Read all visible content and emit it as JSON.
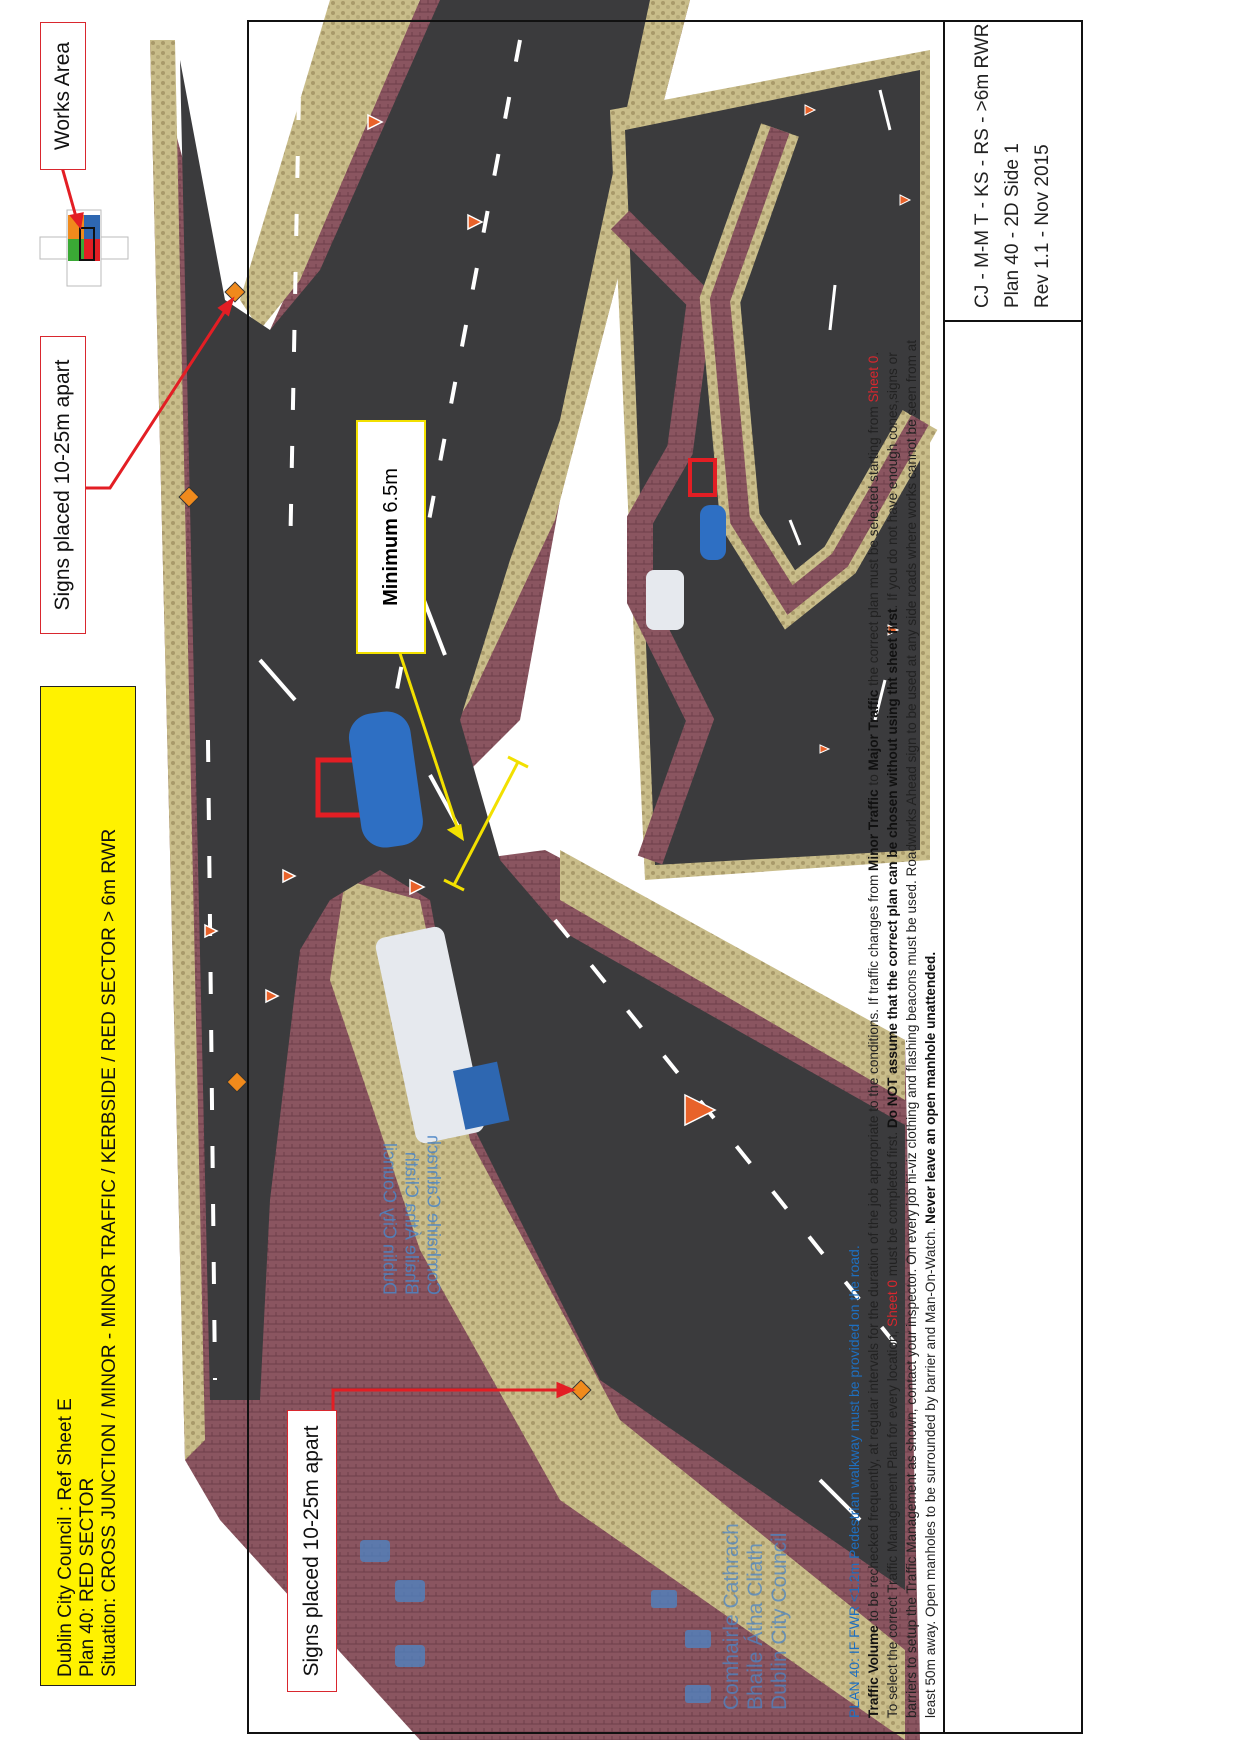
{
  "header": {
    "line1": "Dublin City Council : Ref Sheet E",
    "line2": "Plan 40: RED SECTOR",
    "line3": "Situation: CROSS JUNCTION / MINOR - MINOR TRAFFIC / KERBSIDE / RED SECTOR > 6m RWR"
  },
  "callouts": {
    "signs_top": "Signs placed 10-25m apart",
    "signs_bottom": "Signs placed 10-25m apart",
    "works_area": "Works Area",
    "minimum_bold": "Minimum",
    "minimum_value": "6.5m"
  },
  "logo": {
    "irish1": "Comhairle Cathrach",
    "irish2": "Bhaile Átha Cliath",
    "english": "Dublin City Council"
  },
  "notes": {
    "heading": "PLAN 40: IF FWR <1.2m Pedestrian walkway must be provided on the road.",
    "p1_bold1": "Traffic Volume",
    "p1_a": " to be rechecked frequently, at regular intervals for the duration of the job appropriate to the conditions. If traffic changes from ",
    "p1_bold2": "Minor Traffic",
    "p1_b": " to ",
    "p1_bold3": "Major Traffic",
    "p1_c": " the correct plan must be selected starting from ",
    "p1_red1": "Sheet 0",
    "p1_d": ". To select the correct Traffic Management Plan for every location, ",
    "p1_red2": "Sheet 0",
    "p1_e": " must be completed first. ",
    "p1_bold4": "Do NOT assume that the correct plan can be chosen without using tht sheet first",
    "p1_f": ". If you do not have enough cones,signs or barriers to setup the Traffic Management as shown, contact your inspector. On every job hi-viz clothing and flashing beacons must be used. Roadworks Ahead sign to be used at any side roads where works cannot be seen from at least 50m away. Open manholes to be surrounded by barrier and Man-On-Watch. ",
    "p1_bold5": "Never leave an open manhole unattended."
  },
  "plan_ref": {
    "line1": "CJ - M-M T - KS - RS - >6m RWR",
    "line2": "Plan 40 - 2D Side 1",
    "line3": "Rev 1.1 - Nov 2015"
  },
  "colors": {
    "road": "#3b3b3d",
    "footpath": "#8a5560",
    "kerb": "#c9bd8a",
    "highlight_yellow": "#fff200",
    "callout_red": "#d9272e",
    "sector_red": "#e31e24",
    "sector_green": "#3aa935",
    "sector_blue": "#2e67b1",
    "sector_orange": "#f08a1c",
    "logo_blue": "#4c86c6"
  }
}
